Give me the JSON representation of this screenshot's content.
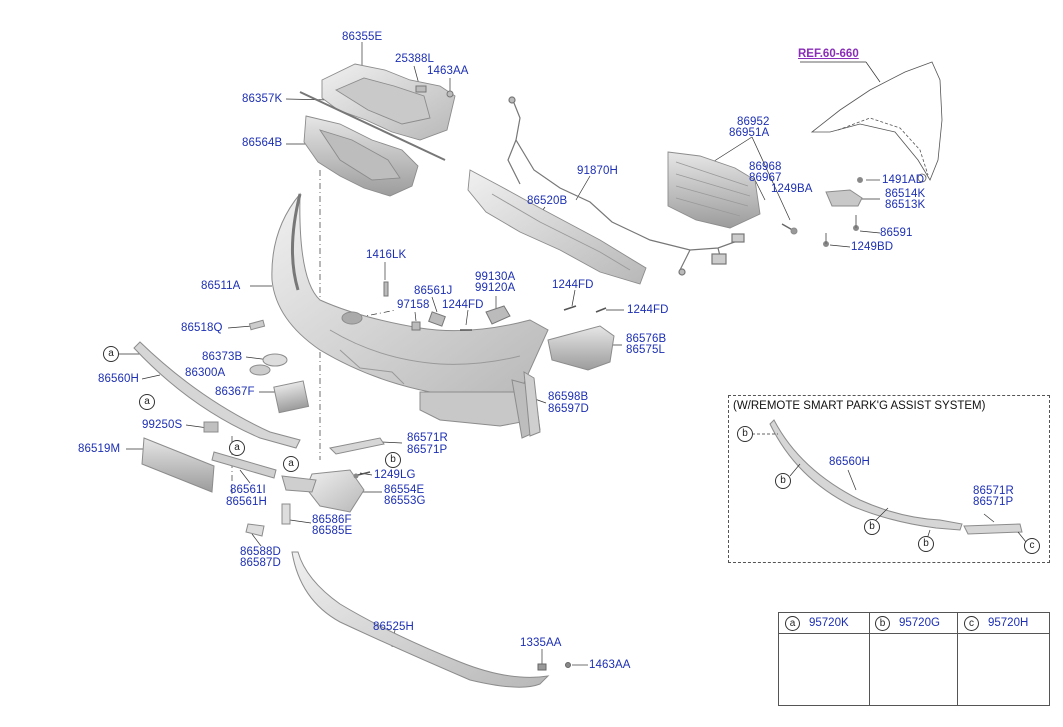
{
  "ref_label": "REF.60-660",
  "labels": {
    "p86355E": "86355E",
    "p25388L": "25388L",
    "p1463AA_top": "1463AA",
    "p86357K": "86357K",
    "p86564B": "86564B",
    "p86952": "86952",
    "p86951A": "86951A",
    "p86968": "86968",
    "p86967": "86967",
    "p1249BA": "1249BA",
    "p91870H": "91870H",
    "p86520B": "86520B",
    "p1491AD": "1491AD",
    "p86514K": "86514K",
    "p86513K": "86513K",
    "p86591": "86591",
    "p1249BD": "1249BD",
    "p1416LK": "1416LK",
    "p99130A": "99130A",
    "p99120A": "99120A",
    "p86561J": "86561J",
    "p97158": "97158",
    "p1244FD_a": "1244FD",
    "p1244FD_b": "1244FD",
    "p1244FD_c": "1244FD",
    "p86511A": "86511A",
    "p86518Q": "86518Q",
    "p86576B": "86576B",
    "p86575L": "86575L",
    "p86373B": "86373B",
    "p86300A": "86300A",
    "p86560H": "86560H",
    "p86367F": "86367F",
    "p86598B": "86598B",
    "p86597D": "86597D",
    "p99250S": "99250S",
    "p86519M": "86519M",
    "p86571R": "86571R",
    "p86571P": "86571P",
    "p1249LG": "1249LG",
    "p86554E": "86554E",
    "p86553G": "86553G",
    "p86561I": "86561I",
    "p86561H": "86561H",
    "p86586F": "86586F",
    "p86585E": "86585E",
    "p86588D": "86588D",
    "p86587D": "86587D",
    "p86525H": "86525H",
    "p1335AA": "1335AA",
    "p1463AA_bot": "1463AA"
  },
  "callouts": {
    "a": "a",
    "b": "b",
    "c": "c"
  },
  "inset": {
    "title": "(W/REMOTE SMART PARK'G ASSIST SYSTEM)",
    "p86560H": "86560H",
    "p86571R": "86571R",
    "p86571P": "86571P"
  },
  "legend": [
    {
      "key": "a",
      "code": "95720K"
    },
    {
      "key": "b",
      "code": "95720G"
    },
    {
      "key": "c",
      "code": "95720H"
    }
  ],
  "colors": {
    "label": "#1c2fb4",
    "ref": "#8a2db8",
    "part_fill": "#d9d9d9",
    "part_stroke": "#8c8c8c"
  }
}
